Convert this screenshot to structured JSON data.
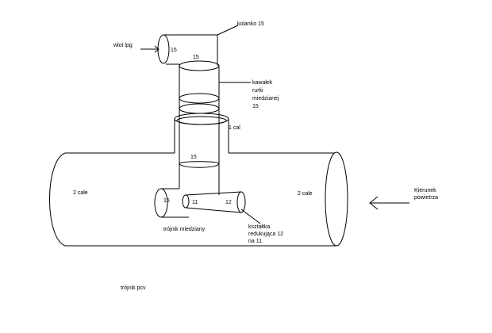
{
  "labels": {
    "wlot_lpg": "wlot lpg",
    "inlet_15": "15",
    "kolanko": "kolanko 15",
    "pipe_top_15": "15",
    "kawalek_1": "kawałek",
    "kawalek_2": "rurki",
    "kawalek_3": "miedzianej",
    "kawalek_4": "15",
    "jeden_cal": "1 cal",
    "pipe_mid_15": "15",
    "dwa_cale_left": "2 cale",
    "dwa_cale_right": "2 cale",
    "copper_tee_15": "15",
    "reducer_11": "11",
    "reducer_12": "12",
    "trojnik_miedziany": "trójnik miedziany",
    "ksztaltka_1": "kształtka",
    "ksztaltka_2": "redukująca 12",
    "ksztaltka_3": "na 11",
    "trojnik_pcv": "trójnik pcv",
    "kierunek_1": "Kierunek",
    "kierunek_2": "powietrza"
  }
}
